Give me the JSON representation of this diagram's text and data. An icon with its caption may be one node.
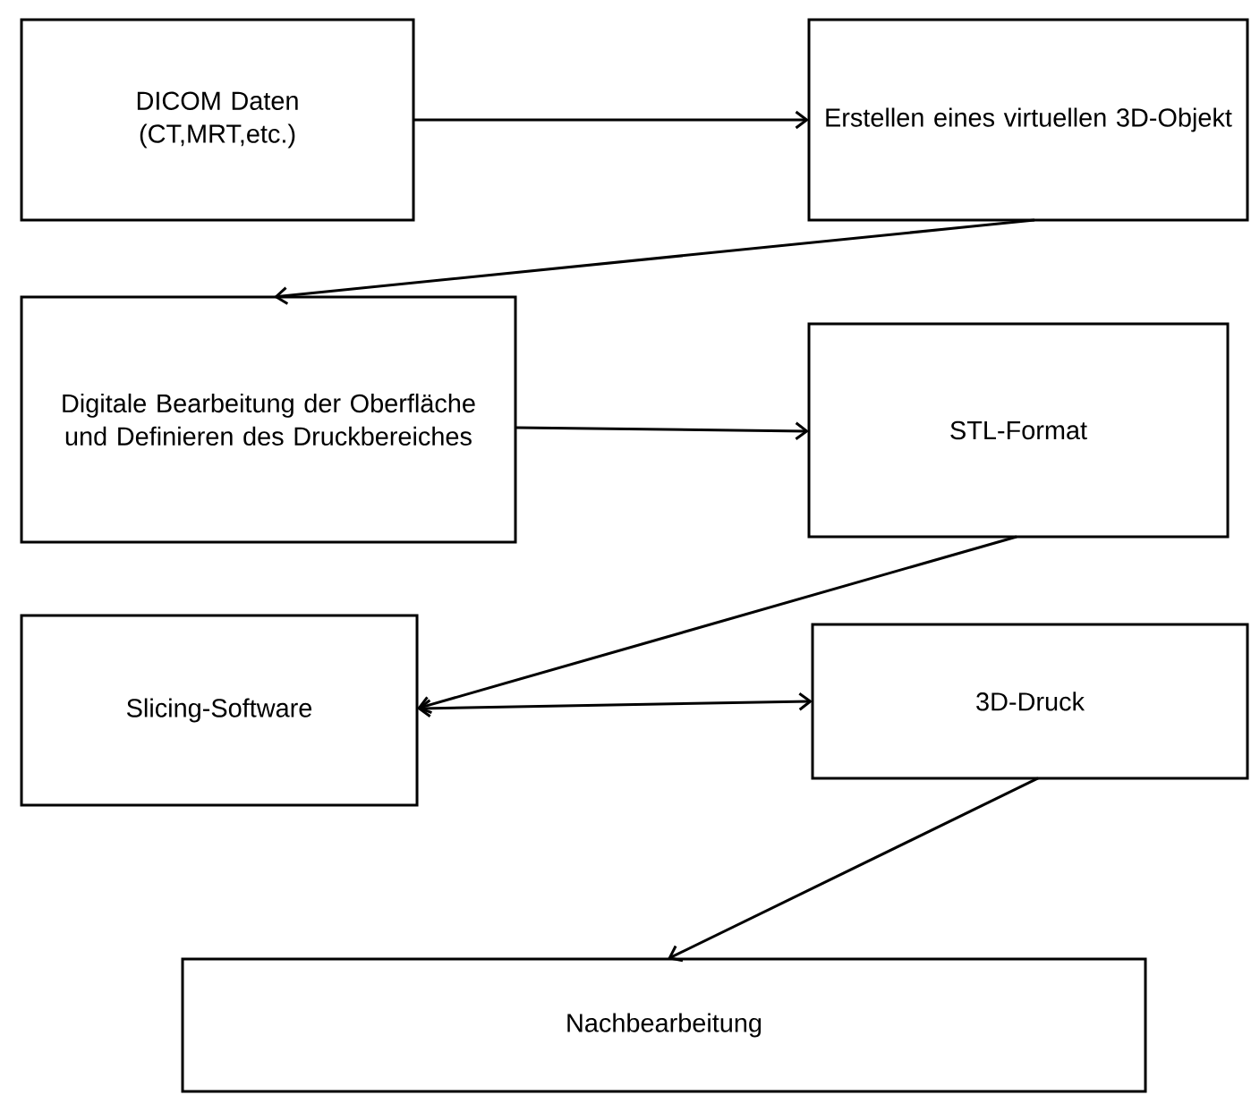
{
  "diagram": {
    "nodes": [
      {
        "text": [
          "DICOM Daten (CT,MRT,etc.)"
        ]
      },
      {
        "text": [
          "Erstellen eines virtuellen 3D-Objekt"
        ]
      },
      {
        "text": [
          "Digitale Bearbeitung der Oberfläche und Definieren des Druckbereiches"
        ]
      },
      {
        "text": [
          "STL-Format"
        ]
      },
      {
        "text": [
          "Slicing-Software"
        ]
      },
      {
        "text": [
          "3D-Druck"
        ]
      },
      {
        "text": [
          "Nachbearbeitung"
        ]
      }
    ],
    "edges": [
      {
        "from": 0,
        "to": 1,
        "arrow": "to"
      },
      {
        "from": 1,
        "to": 2,
        "arrow": "to"
      },
      {
        "from": 2,
        "to": 3,
        "arrow": "to"
      },
      {
        "from": 3,
        "to": 4,
        "arrow": "to"
      },
      {
        "from": 4,
        "to": 5,
        "arrow": "both"
      },
      {
        "from": 5,
        "to": 6,
        "arrow": "to"
      }
    ]
  }
}
